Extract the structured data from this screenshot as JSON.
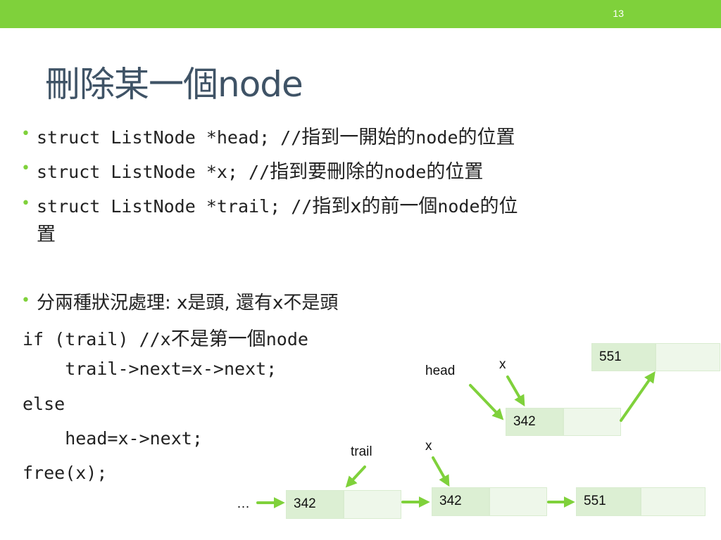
{
  "slide": {
    "number": "13",
    "title": "刪除某一個node"
  },
  "bullets": [
    {
      "code": "struct ListNode *head; //",
      "cjk1": "指到一開始的",
      "code2": "node",
      "cjk2": "的位置"
    },
    {
      "code": "struct ListNode *x; //",
      "cjk1": "指到要刪除的",
      "code2": "node",
      "cjk2": "的位置"
    },
    {
      "code": "struct ListNode *trail; //",
      "cjk1": "指到",
      "code2": "x",
      "cjk2": "的前一個",
      "code3": "node",
      "cjk3": "的位",
      "wrap": "置"
    }
  ],
  "bullet4": "分兩種狀況處理: x是頭, 還有x不是頭",
  "code_lines": {
    "l1a": "if (trail)  //x",
    "l1b": "不是第一個",
    "l1c": "node",
    "l2": "    trail->next=x->next;",
    "l3": "else",
    "l4": "    head=x->next;",
    "l5": "free(x);"
  },
  "diagram": {
    "upper": {
      "head_label": "head",
      "x_label": "x",
      "node1_value": "342",
      "node2_value": "551"
    },
    "lower": {
      "ellipsis": "…",
      "trail_label": "trail",
      "x_label": "x",
      "node1_value": "342",
      "node2_value": "342",
      "node3_value": "551"
    },
    "colors": {
      "arrow": "#7fd13b",
      "node_dark": "#dcefd3",
      "node_light": "#eef7ea",
      "accent": "#7fd13b"
    }
  }
}
